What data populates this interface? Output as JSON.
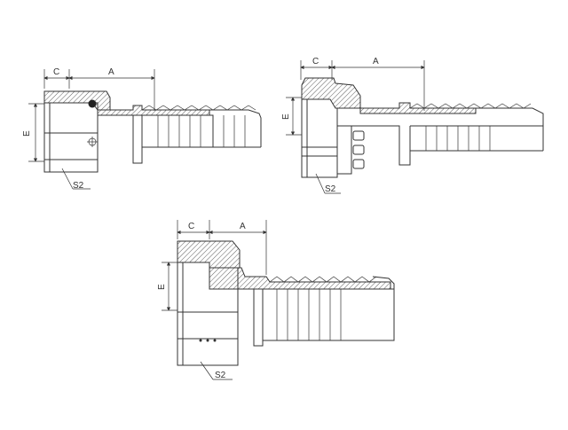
{
  "figures": [
    {
      "id": "fitting-1",
      "dim_c": "C",
      "dim_a": "A",
      "dim_e": "E",
      "callout": "S2"
    },
    {
      "id": "fitting-2",
      "dim_c": "C",
      "dim_a": "A",
      "dim_e": "E",
      "callout": "S2"
    },
    {
      "id": "fitting-3",
      "dim_c": "C",
      "dim_a": "A",
      "dim_e": "E",
      "callout": "S2"
    }
  ],
  "colors": {
    "line": "#333333",
    "background": "#ffffff"
  }
}
